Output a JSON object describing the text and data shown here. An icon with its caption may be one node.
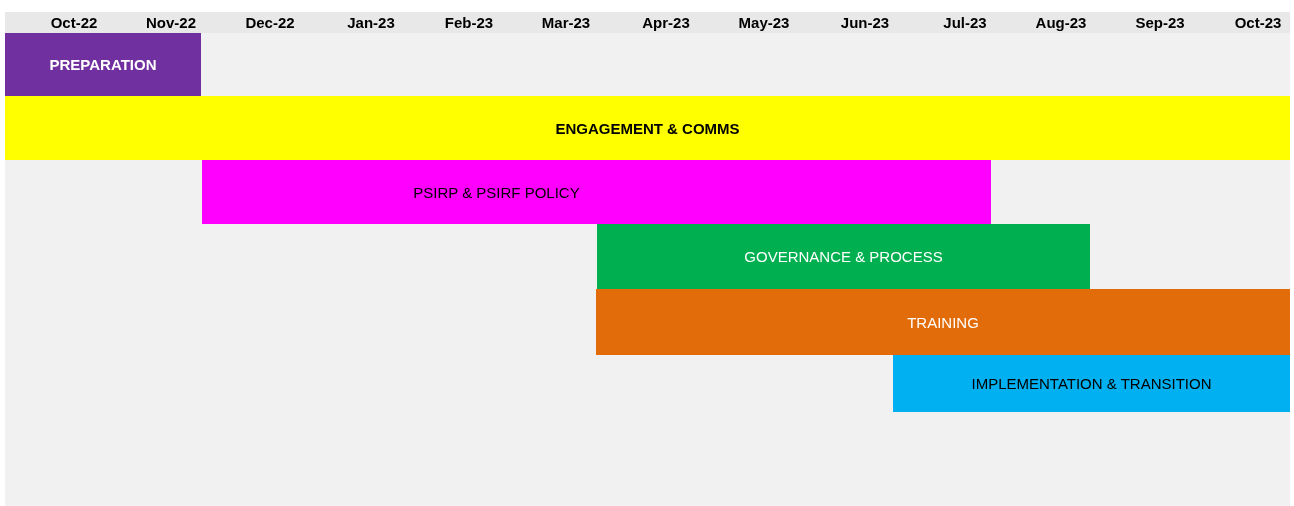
{
  "diagram": {
    "nodes": [
      {
        "text": [
          "PREPARATION"
        ]
      },
      {
        "text": [
          "ENGAGEMENT & COMMS"
        ]
      },
      {
        "text": [
          "PSIRP & PSIRF POLICY"
        ]
      },
      {
        "text": [
          "GOVERNANCE & PROCESS"
        ]
      },
      {
        "text": [
          "TRAINING"
        ]
      },
      {
        "text": [
          "IMPLEMENTATION & TRANSITION"
        ]
      }
    ],
    "labels": [
      "Oct-22",
      "Nov-22",
      "Dec-22",
      "Jan-23",
      "Feb-23",
      "Mar-23",
      "Apr-23",
      "May-23",
      "Jun-23",
      "Jul-23",
      "Aug-23",
      "Sep-23",
      "Oct-23"
    ]
  }
}
